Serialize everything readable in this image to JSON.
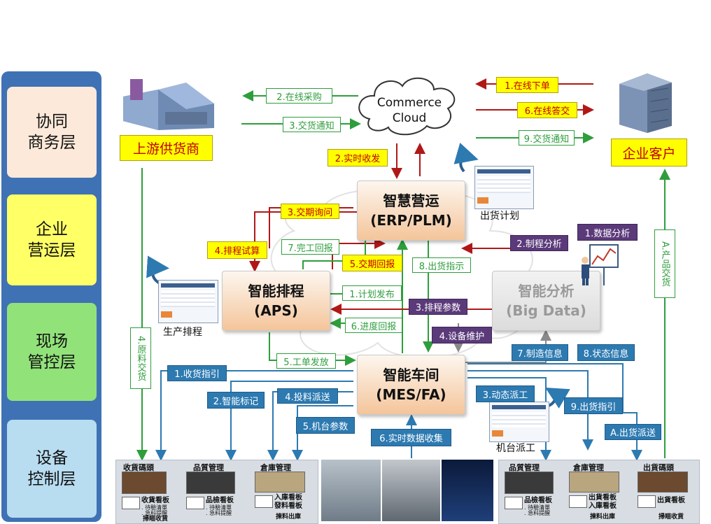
{
  "layers": [
    {
      "label": "协同\n商务层",
      "color": "#fde9d9"
    },
    {
      "label": "企业\n营运层",
      "color": "#ffff66"
    },
    {
      "label": "现场\n管控层",
      "color": "#92e27a"
    },
    {
      "label": "设备\n控制层",
      "color": "#b8dcf0"
    }
  ],
  "parties": {
    "supplier": "上游供货商",
    "customer": "企业客户"
  },
  "cloud": {
    "line1": "Commerce",
    "line2": "Cloud"
  },
  "systems": {
    "erp": {
      "name": "智慧营运",
      "sub": "(ERP/PLM)"
    },
    "aps": {
      "name": "智能排程",
      "sub": "(APS)"
    },
    "bigdata": {
      "name": "智能分析",
      "sub": "(Big Data)"
    },
    "mes": {
      "name": "智能车间",
      "sub": "(MES/FA)"
    }
  },
  "captions": {
    "ship_plan": "出货计划",
    "prod_sched": "生产排程",
    "machine_dispatch": "机台派工"
  },
  "green_labels": {
    "online_purchase": "2.在线采购",
    "delivery_notice_a": "3.交货通知",
    "delivery_notice_b": "9.交货通知",
    "completion_report": "7.完工回报",
    "ship_instruction": "8.出货指示",
    "plan_release": "1.计划发布",
    "progress_report": "6.进度回报",
    "work_order_release": "5.工单发放",
    "material_delivery": "4.原料交货",
    "product_delivery": "A.产品交货"
  },
  "yellow_labels": {
    "online_order": "1.在线下单",
    "online_reply": "6.在线答交",
    "realtime_sync": "2.实时收发",
    "delivery_inquiry": "3.交期询问",
    "schedule_trial": "4.排程试算",
    "delivery_reply": "5.交期回报"
  },
  "purple_labels": {
    "data_analysis": "1.数据分析",
    "process_analysis": "2.制程分析",
    "schedule_params": "3.排程参数",
    "equipment_maint": "4.设备维护"
  },
  "blue_labels": {
    "receiving_guide": "1.收货指引",
    "smart_marking": "2.智能标记",
    "material_dispatch": "4.投料派送",
    "machine_params": "5.机台参数",
    "realtime_collect": "6.实时数据收集",
    "dynamic_dispatch": "3.动态派工",
    "mfg_info": "7.制造信息",
    "status_info": "8.状态信息",
    "ship_guide": "9.出货指引",
    "ship_dispatch": "A.出货派送"
  },
  "panels": {
    "left": {
      "receiving": {
        "title": "收貨碼頭",
        "board": "收貨看板",
        "notes": ". 待驗清單\n. 急料提醒",
        "footer": "掃瞄收貨"
      },
      "quality": {
        "title": "品質管理",
        "board": "品檢看板",
        "notes": ". 待驗清單\n. 急料提醒"
      },
      "warehouse": {
        "title": "倉庫管理",
        "board1": "入庫看板",
        "board2": "發料看板",
        "footer": "揀料出庫"
      }
    },
    "right": {
      "quality": {
        "title": "品質管理",
        "board": "品檢看板",
        "notes": ". 待驗清單\n. 急料提醒"
      },
      "warehouse": {
        "title": "倉庫管理",
        "board1": "出貨看板",
        "board2": "入庫看板",
        "footer": "揀料出庫"
      },
      "shipping": {
        "title": "出貨碼頭",
        "board": "出貨看板",
        "footer": "掃瞄收貨"
      }
    }
  },
  "colors": {
    "green": "#2e9e3c",
    "red": "#b01818",
    "blue": "#2d7ab1",
    "gray": "#8a8a8a"
  }
}
